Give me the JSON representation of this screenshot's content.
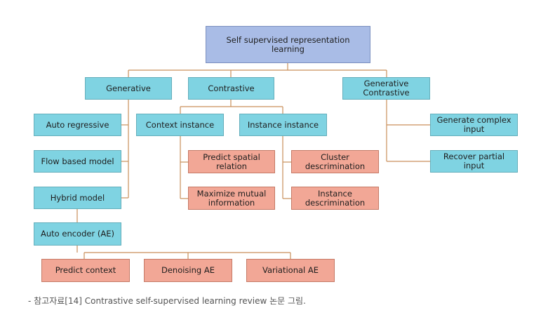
{
  "root": "Self supervised representation\nlearning",
  "level1": {
    "generative": "Generative",
    "contrastive": "Contrastive",
    "generative_contrastive": "Generative\nContrastive"
  },
  "generative_items": {
    "auto_regressive": "Auto regressive",
    "flow_based": "Flow based model",
    "hybrid": "Hybrid model",
    "auto_encoder": "Auto encoder (AE)"
  },
  "ae_items": {
    "predict_context": "Predict context",
    "denoising": "Denoising AE",
    "variational": "Variational AE"
  },
  "contrastive_items": {
    "context_instance": "Context instance",
    "instance_instance": "Instance instance",
    "predict_spatial": "Predict spatial\nrelation",
    "maximize_mutual": "Maximize mutual\ninformation",
    "cluster_discrimination": "Cluster\ndescrimination",
    "instance_discrimination": "Instance\ndescrimination"
  },
  "gen_contrastive_items": {
    "generate_complex": "Generate complex\ninput",
    "recover_partial": "Recover partial\ninput"
  },
  "caption": "- 참고자료[14] Contrastive self-supervised learning review 논문 그림."
}
